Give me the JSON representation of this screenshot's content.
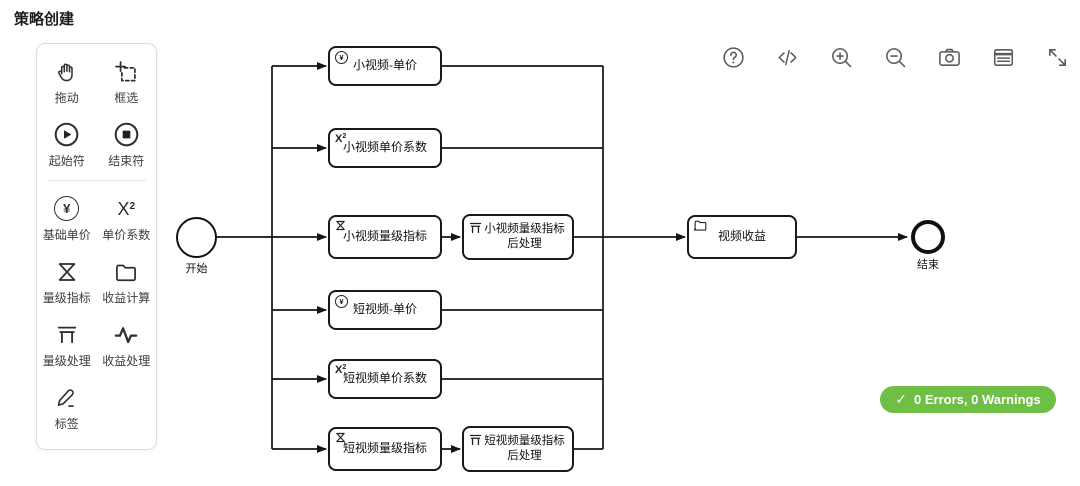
{
  "page": {
    "title": "策略创建"
  },
  "palette": {
    "items": [
      {
        "label": "拖动",
        "icon": "hand-icon"
      },
      {
        "label": "框选",
        "icon": "marquee-icon"
      },
      {
        "label": "起始符",
        "icon": "start-event-icon"
      },
      {
        "label": "结束符",
        "icon": "end-event-icon"
      },
      {
        "label": "基础单价",
        "icon": "yen-circle-icon"
      },
      {
        "label": "单价系数",
        "icon": "x-squared-icon"
      },
      {
        "label": "量级指标",
        "icon": "hourglass-icon"
      },
      {
        "label": "收益计算",
        "icon": "folder-icon"
      },
      {
        "label": "量级处理",
        "icon": "pi-overline-icon"
      },
      {
        "label": "收益处理",
        "icon": "pulse-icon"
      },
      {
        "label": "标签",
        "icon": "pencil-icon"
      }
    ]
  },
  "toolbar": {
    "buttons": [
      {
        "name": "help",
        "icon": "help-icon"
      },
      {
        "name": "code",
        "icon": "code-icon"
      },
      {
        "name": "zoom-in",
        "icon": "zoom-in-icon"
      },
      {
        "name": "zoom-out",
        "icon": "zoom-out-icon"
      },
      {
        "name": "screenshot",
        "icon": "camera-icon"
      },
      {
        "name": "log",
        "icon": "notes-icon"
      },
      {
        "name": "fullscreen",
        "icon": "expand-icon"
      }
    ]
  },
  "flow": {
    "start_label": "开始",
    "end_label": "结束",
    "nodes": [
      {
        "label": "小视频-单价",
        "icon": "yen-circle-icon"
      },
      {
        "label": "小视频单价系数",
        "icon": "x-squared-icon"
      },
      {
        "label": "小视频量级指标",
        "icon": "hourglass-icon"
      },
      {
        "label": "小视频量级指标\n后处理",
        "icon": "pi-overline-icon"
      },
      {
        "label": "短视频-单价",
        "icon": "yen-circle-icon"
      },
      {
        "label": "短视频单价系数",
        "icon": "x-squared-icon"
      },
      {
        "label": "短视频量级指标",
        "icon": "hourglass-icon"
      },
      {
        "label": "短视频量级指标\n后处理",
        "icon": "pi-overline-icon"
      },
      {
        "label": "视频收益",
        "icon": "folder-icon"
      }
    ]
  },
  "status": {
    "check": "✓",
    "message": "0 Errors, 0 Warnings",
    "color": "#6fbe45"
  },
  "glyphs": {
    "yen": "¥",
    "x": "X",
    "sup2": "2"
  }
}
